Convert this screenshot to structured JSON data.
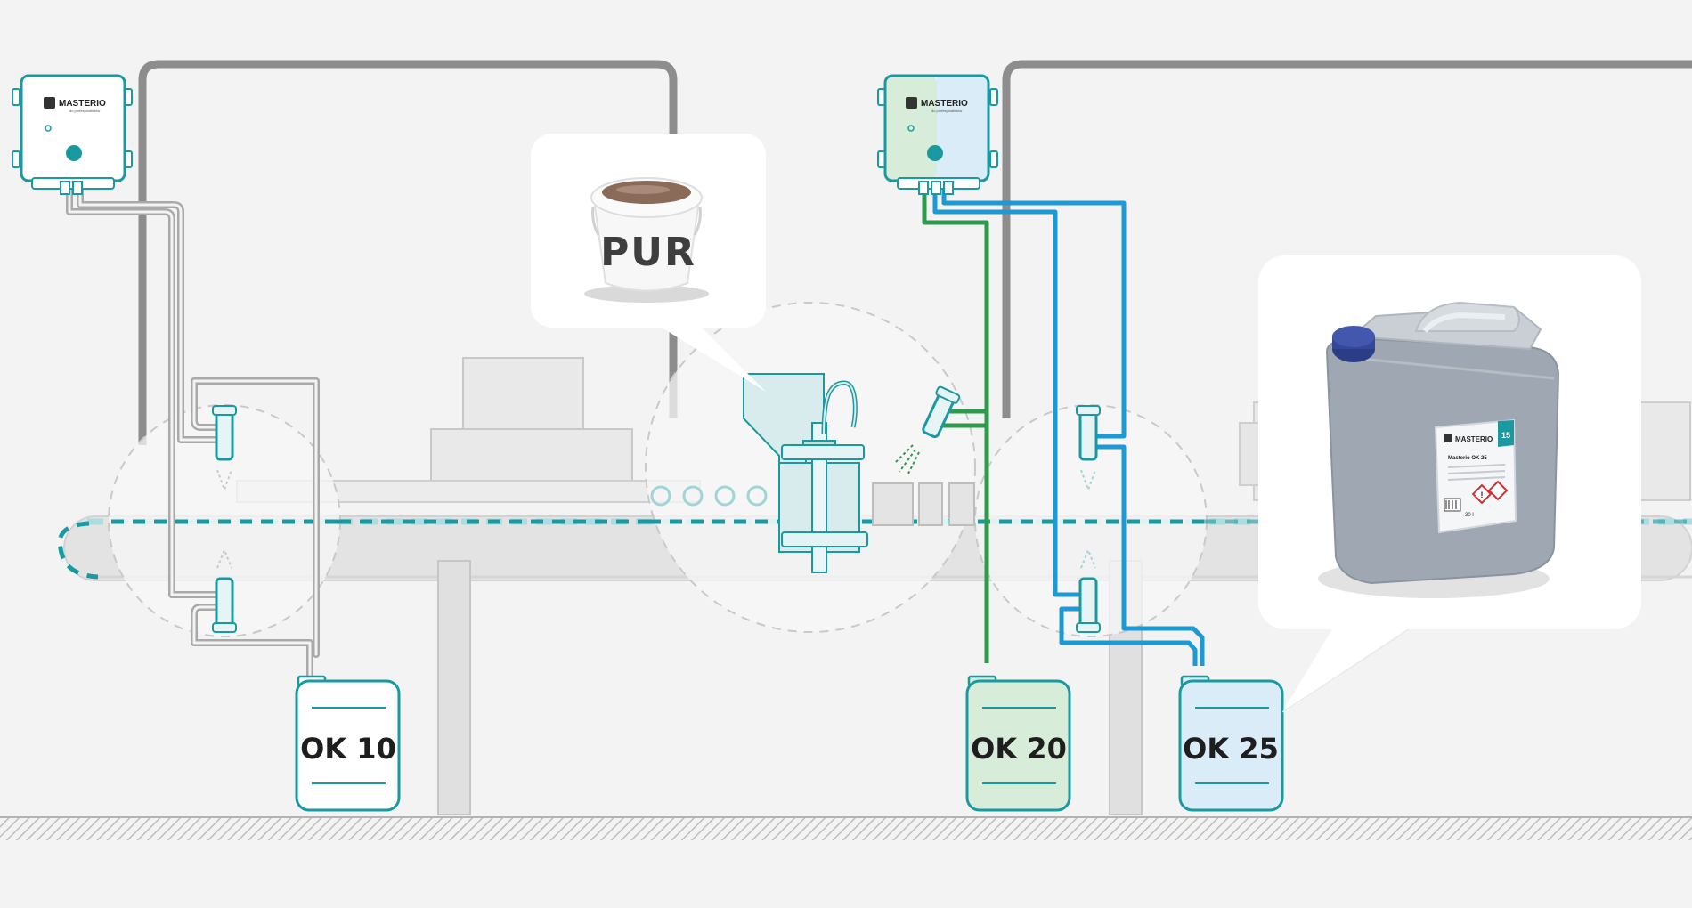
{
  "diagram": {
    "brand": "MASTERIO",
    "brand_tagline": "do profesjonalistów",
    "bucket_label": "PUR",
    "canisters": [
      {
        "label": "OK 10"
      },
      {
        "label": "OK 20"
      },
      {
        "label": "OK 25"
      }
    ],
    "product_card": {
      "brand": "MASTERIO",
      "name": "Masterio OK 25",
      "volume_badge": "15",
      "volume_text": "30 l"
    },
    "colors": {
      "teal": "#1a9aa0",
      "green_line": "#2e9a4c",
      "blue_line": "#1b9ad6",
      "grey_line": "#a9a9a9",
      "background": "#f3f3f3"
    },
    "icons": [
      "controller-box-icon",
      "spray-nozzle-icon",
      "canister-icon",
      "bucket-icon",
      "jerrycan-icon",
      "hazard-icon"
    ]
  }
}
